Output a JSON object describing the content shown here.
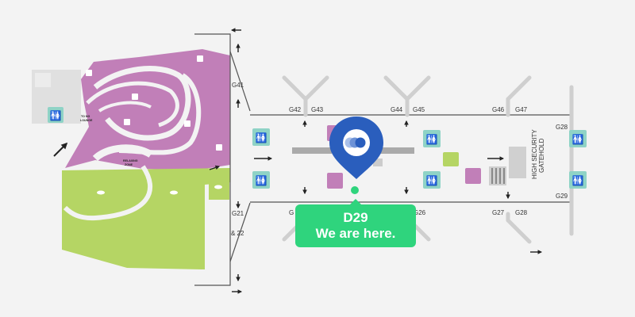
{
  "map": {
    "gates": {
      "g41": "G41",
      "g42": "G42",
      "g43": "G43",
      "g44": "G44",
      "g45": "G45",
      "g46": "G46",
      "g47": "G47",
      "g28_top": "G28",
      "g29": "G29",
      "g21_22_line1": "G21",
      "g21_22_line2": "& 22",
      "g_lower_left": "G",
      "g26": "G26",
      "g27": "G27",
      "g28_bottom": "G28"
    },
    "labels": {
      "high_security_line1": "HIGH SECURITY",
      "high_security_line2": "GATEHOLD",
      "to_lounge_line1": "TO NG",
      "to_lounge_line2": "LOUNGE",
      "relaxing_line1": "RELAXING",
      "relaxing_line2": "ZONE"
    },
    "colors": {
      "retail": "#c17fb8",
      "dining": "#b5d564",
      "restroom": "#8fd3c6",
      "marker": "#2a5ebd",
      "callout": "#2fd47d"
    }
  },
  "location": {
    "gate_code": "D29",
    "message": "We are here."
  }
}
